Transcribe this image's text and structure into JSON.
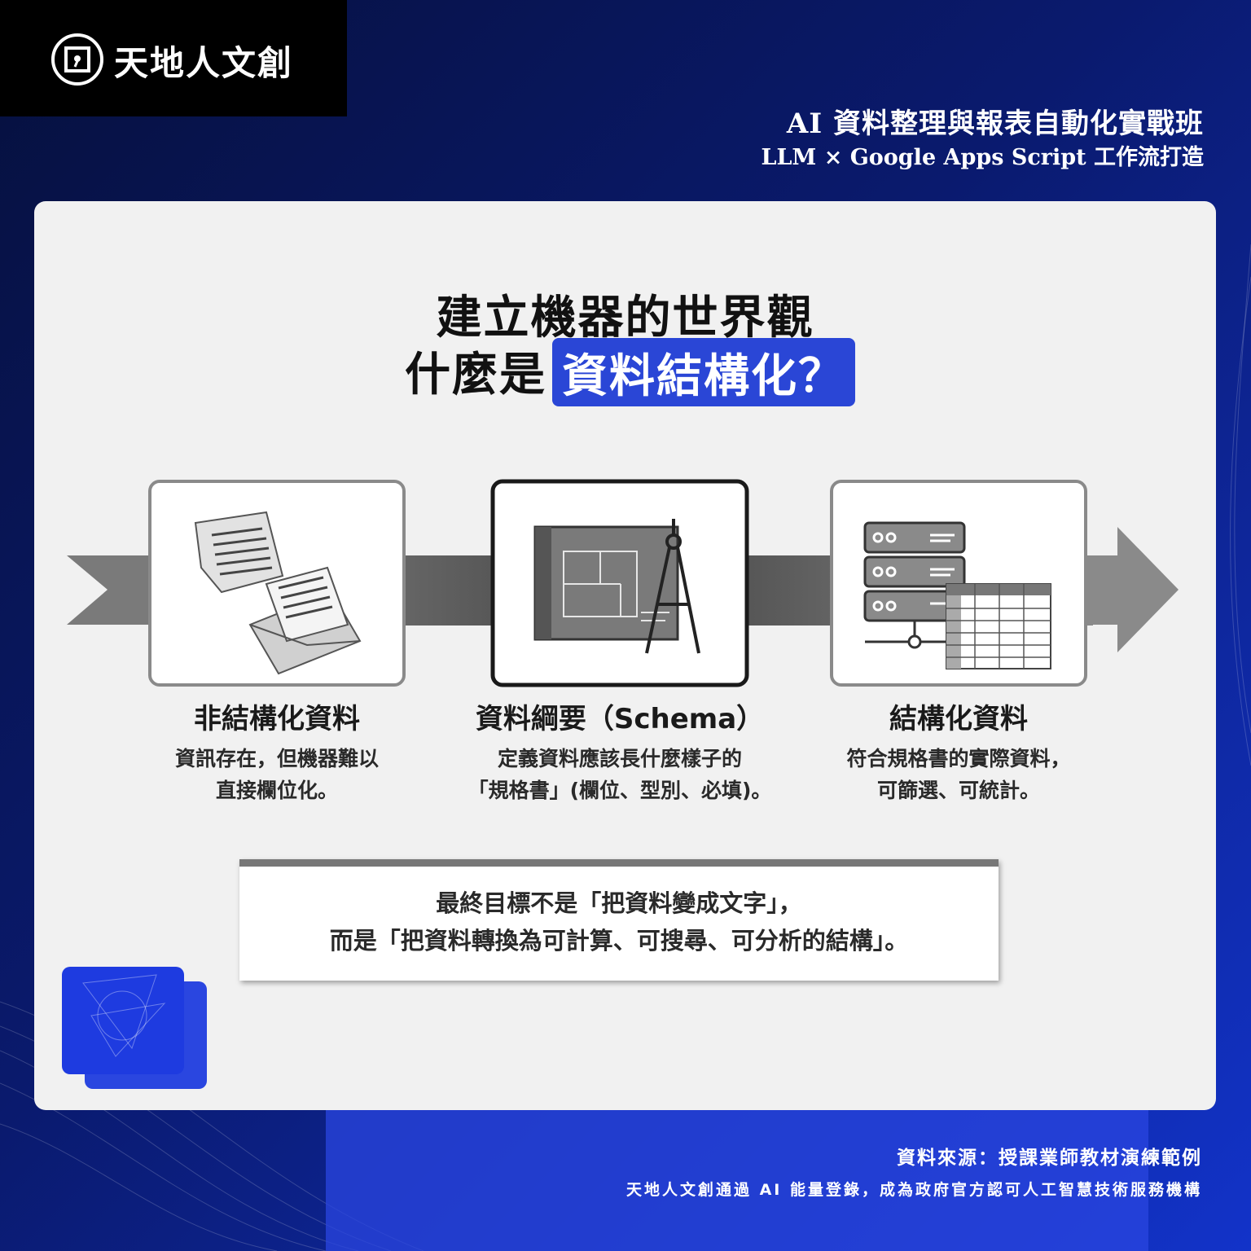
{
  "brand": {
    "name": "天地人文創"
  },
  "course": {
    "title": "AI 資料整理與報表自動化實戰班",
    "subtitle": "LLM × Google Apps Script 工作流打造"
  },
  "heading": {
    "line1": "建立機器的世界觀",
    "line2_prefix": "什麼是",
    "line2_highlight": "資料結構化？"
  },
  "steps": [
    {
      "title": "非結構化資料",
      "desc_line1": "資訊存在，但機器難以",
      "desc_line2": "直接欄位化。",
      "icon": "documents-envelope-icon"
    },
    {
      "title": "資料綱要（Schema）",
      "desc_line1": "定義資料應該長什麼樣子的",
      "desc_line2": "「規格書」(欄位、型別、必填)。",
      "icon": "blueprint-compass-icon"
    },
    {
      "title": "結構化資料",
      "desc_line1": "符合規格書的實際資料，",
      "desc_line2": "可篩選、可統計。",
      "icon": "server-table-icon"
    }
  ],
  "quote": {
    "line1": "最終目標不是「把資料變成文字」，",
    "line2": "而是「把資料轉換為可計算、可搜尋、可分析的結構」。"
  },
  "footer": {
    "source": "資料來源：授課業師教材演練範例",
    "note": "天地人文創通過 AI 能量登錄，成為政府官方認可人工智慧技術服務機構"
  },
  "colors": {
    "accent": "#2a46d6",
    "background_dark": "#06103d",
    "card": "#f1f1f1"
  }
}
